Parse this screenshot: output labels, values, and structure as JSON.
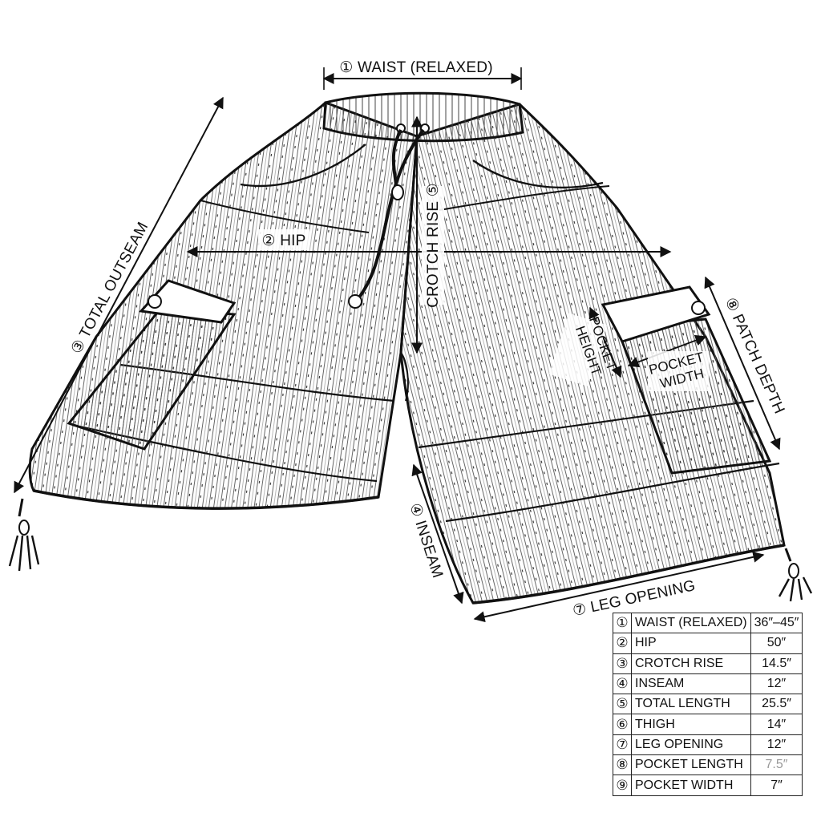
{
  "callouts": {
    "waist": "① WAIST (RELAXED)",
    "hip": "② HIP",
    "total_outseam": "③ TOTAL OUTSEAM",
    "inseam": "④ INSEAM",
    "crotch_rise": "CROTCH RISE ⑤",
    "leg_opening": "⑦ LEG OPENING",
    "patch_depth": "⑧ PATCH DEPTH",
    "pocket_height_1": "POCKET",
    "pocket_height_2": "HEIGHT",
    "pocket_width_1": "POCKET",
    "pocket_width_2": "WIDTH"
  },
  "spec_table": [
    {
      "num": "①",
      "name": "WAIST (RELAXED)",
      "value": "36″–45″"
    },
    {
      "num": "②",
      "name": "HIP",
      "value": "50″"
    },
    {
      "num": "③",
      "name": "CROTCH RISE",
      "value": "14.5″"
    },
    {
      "num": "④",
      "name": "INSEAM",
      "value": "12″"
    },
    {
      "num": "⑤",
      "name": "TOTAL LENGTH",
      "value": "25.5″"
    },
    {
      "num": "⑥",
      "name": "THIGH",
      "value": "14″"
    },
    {
      "num": "⑦",
      "name": "LEG OPENING",
      "value": "12″"
    },
    {
      "num": "⑧",
      "name": "POCKET LENGTH",
      "value": "7.5″"
    },
    {
      "num": "⑨",
      "name": "POCKET WIDTH",
      "value": "7″"
    }
  ]
}
